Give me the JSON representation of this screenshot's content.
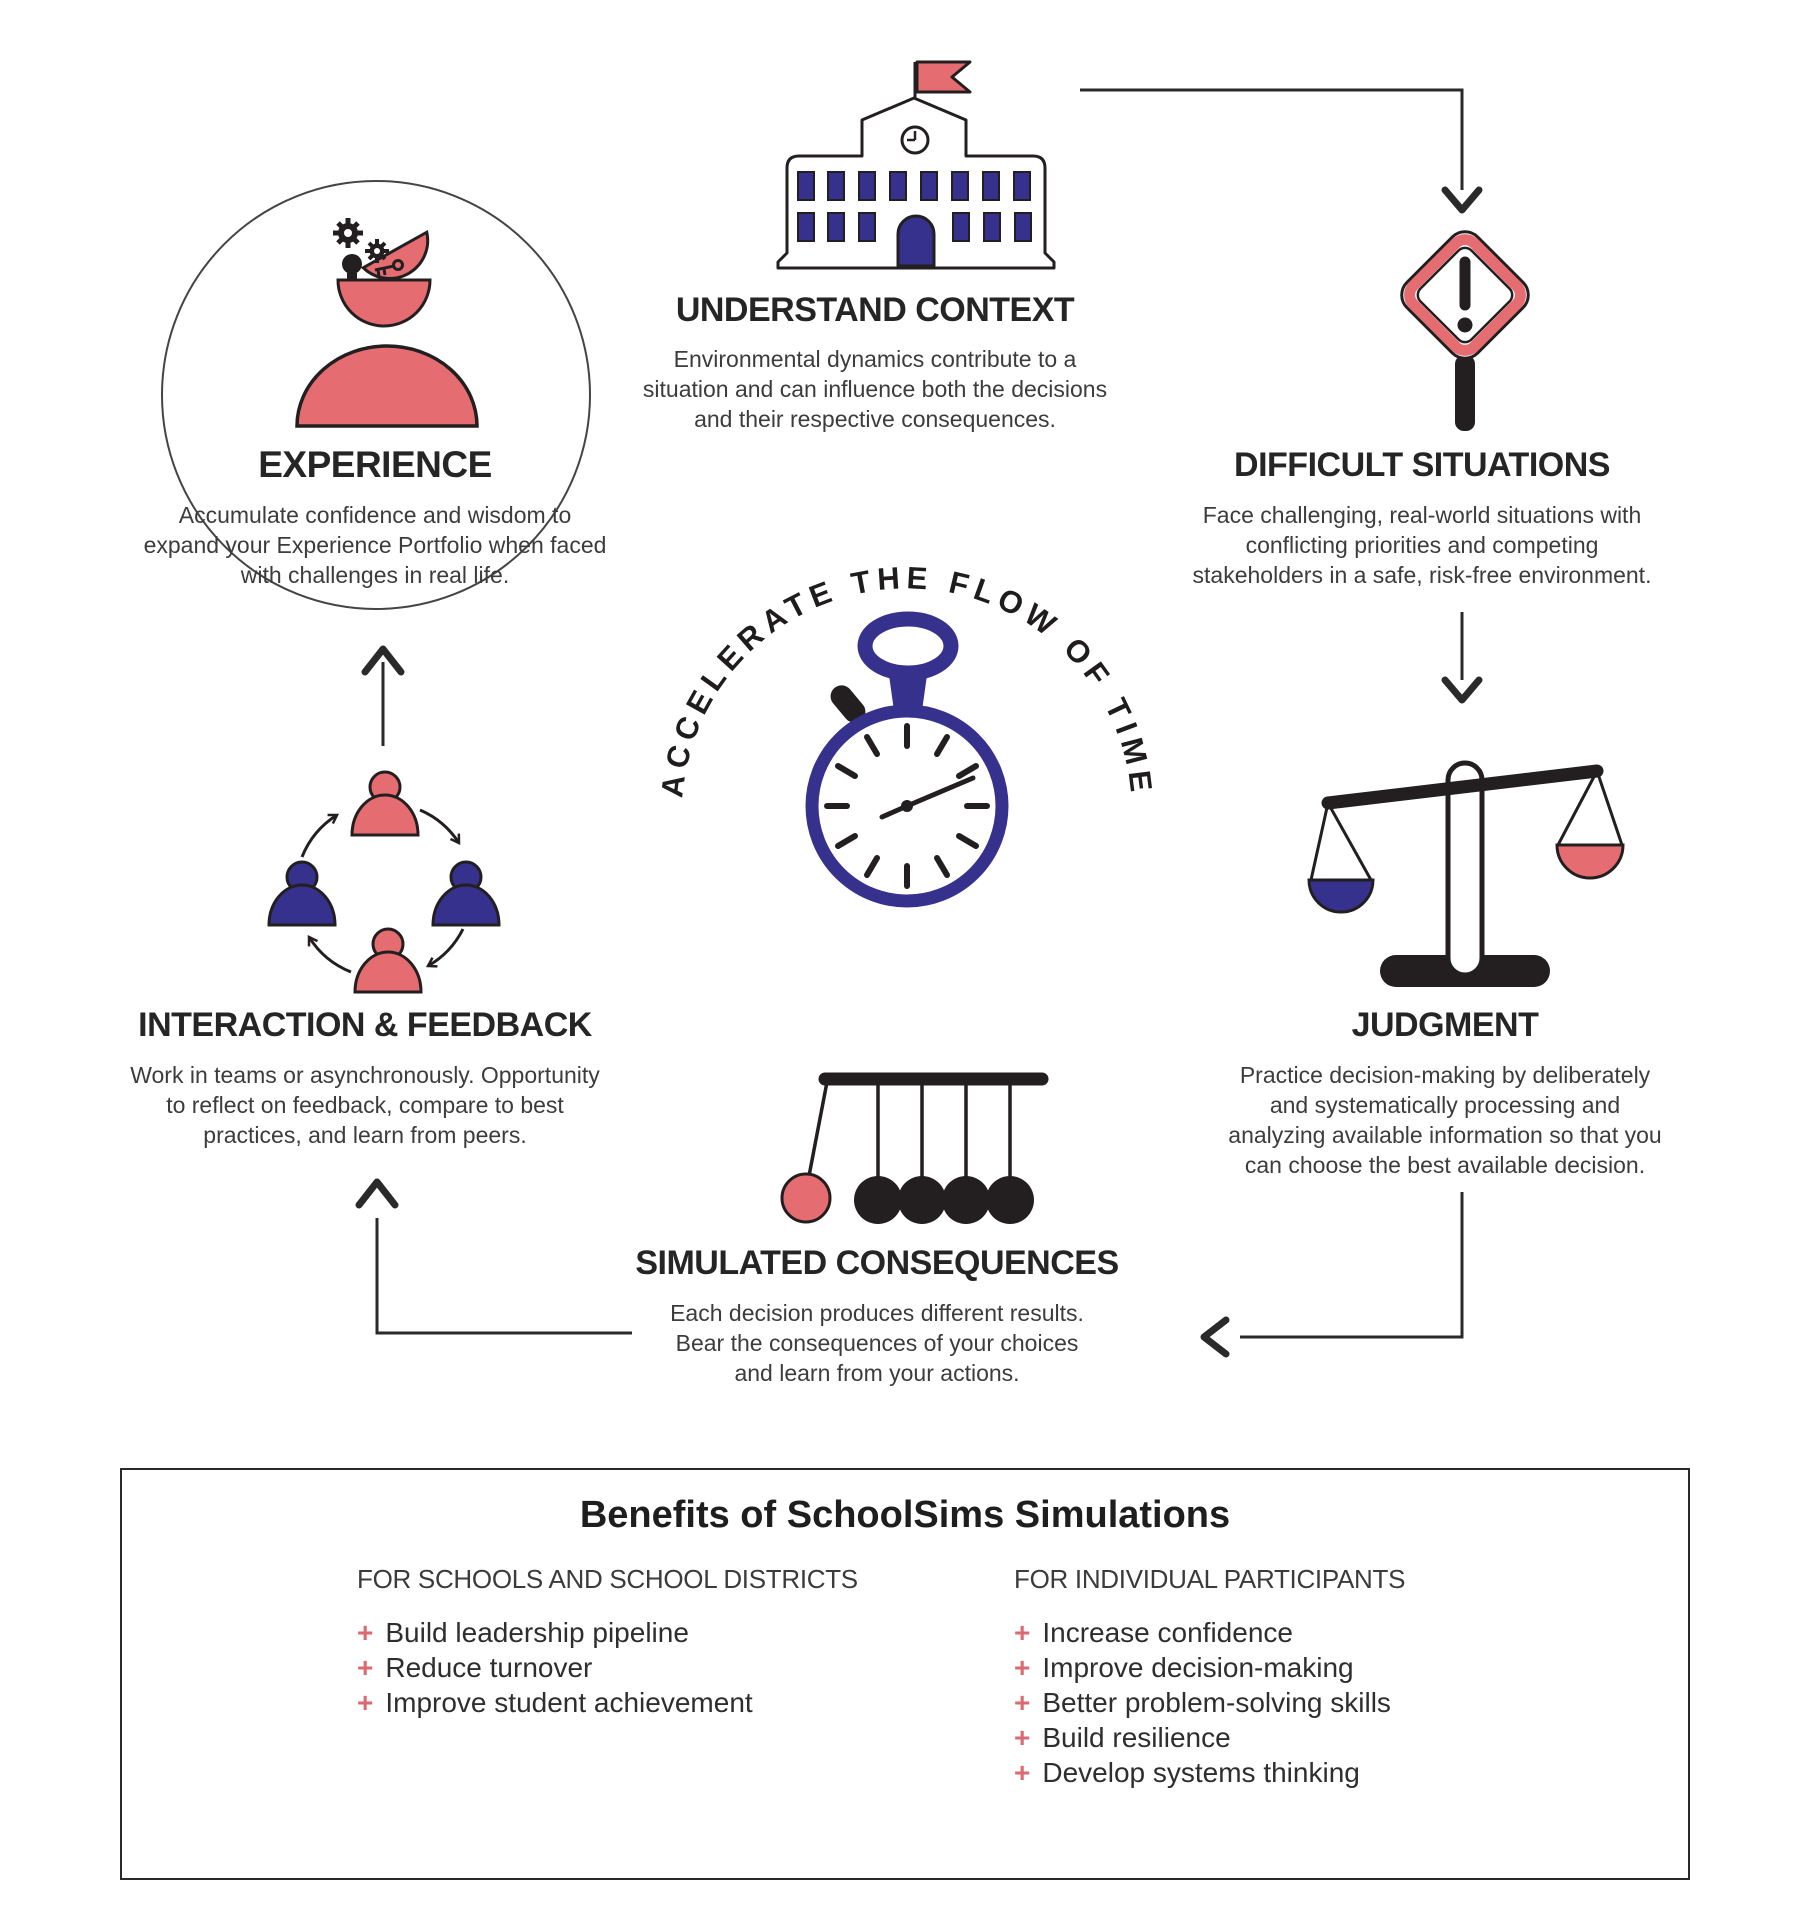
{
  "palette": {
    "salmon": "#e56d71",
    "navy": "#35318c",
    "ink": "#231f20",
    "line": "#2b2a2a"
  },
  "center": {
    "arc_text": "ACCELERATE THE FLOW OF TIME",
    "icon": "stopwatch-icon"
  },
  "nodes": {
    "experience": {
      "title": "EXPERIENCE",
      "description": "Accumulate confidence and wisdom to\nexpand your Experience Portfolio when faced\nwith challenges in real life.",
      "icon": "open-head-person-icon"
    },
    "understand_context": {
      "title": "UNDERSTAND CONTEXT",
      "description": "Environmental dynamics contribute to a\nsituation and can influence both the decisions\nand their respective consequences.",
      "icon": "school-building-icon"
    },
    "difficult_situations": {
      "title": "DIFFICULT SITUATIONS",
      "description": "Face challenging, real-world situations with\nconflicting priorities and competing\nstakeholders in a safe, risk-free environment.",
      "icon": "warning-sign-icon"
    },
    "judgment": {
      "title": "JUDGMENT",
      "description": "Practice decision-making by deliberately\nand systematically processing and\nanalyzing available information so that you\ncan choose the best available decision.",
      "icon": "balance-scales-icon"
    },
    "simulated_consequences": {
      "title": "SIMULATED CONSEQUENCES",
      "description": "Each decision produces different results.\nBear the consequences of your choices\nand learn from your actions.",
      "icon": "newtons-cradle-icon"
    },
    "interaction_feedback": {
      "title": "INTERACTION & FEEDBACK",
      "description": "Work in teams or asynchronously. Opportunity\nto reflect on feedback, compare to best\npractices, and learn from peers.",
      "icon": "people-cycle-icon"
    }
  },
  "benefits": {
    "title": "Benefits of SchoolSims Simulations",
    "bullet_glyph": "+",
    "columns": [
      {
        "heading": "FOR SCHOOLS AND SCHOOL DISTRICTS",
        "items": [
          "Build leadership pipeline",
          "Reduce turnover",
          "Improve student achievement"
        ]
      },
      {
        "heading": "FOR INDIVIDUAL PARTICIPANTS",
        "items": [
          "Increase confidence",
          "Improve decision-making",
          "Better problem-solving skills",
          "Build resilience",
          "Develop systems thinking"
        ]
      }
    ]
  }
}
